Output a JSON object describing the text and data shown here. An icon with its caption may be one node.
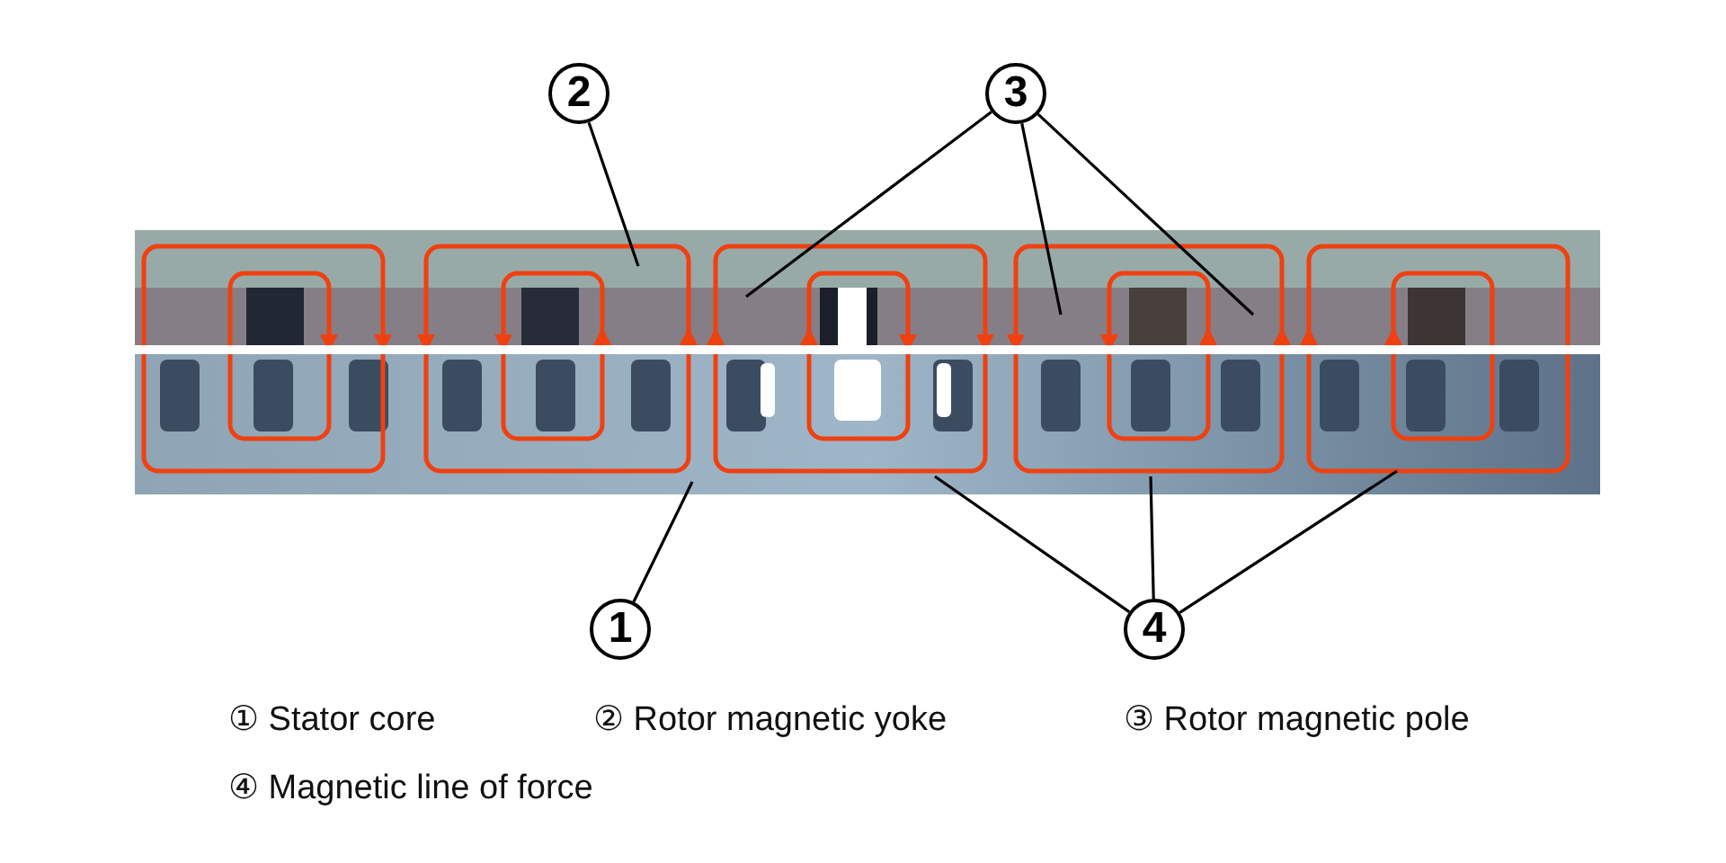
{
  "diagram": {
    "nodes": [
      {
        "text": [
          "2"
        ]
      },
      {
        "text": [
          "3"
        ]
      },
      {
        "text": [
          "1"
        ]
      },
      {
        "text": [
          "4"
        ]
      }
    ],
    "edges": [
      {
        "from": 0,
        "to": null,
        "arrow": "none"
      },
      {
        "from": 1,
        "to": null,
        "arrow": "none"
      },
      {
        "from": 1,
        "to": null,
        "arrow": "none"
      },
      {
        "from": 1,
        "to": null,
        "arrow": "none"
      },
      {
        "from": 2,
        "to": null,
        "arrow": "none"
      },
      {
        "from": 3,
        "to": null,
        "arrow": "none"
      },
      {
        "from": 3,
        "to": null,
        "arrow": "none"
      },
      {
        "from": 3,
        "to": null,
        "arrow": "none"
      }
    ],
    "labels": [
      "① Stator core",
      "② Rotor magnetic yoke",
      "③ Rotor magnetic pole",
      "④ Magnetic line of force"
    ]
  }
}
